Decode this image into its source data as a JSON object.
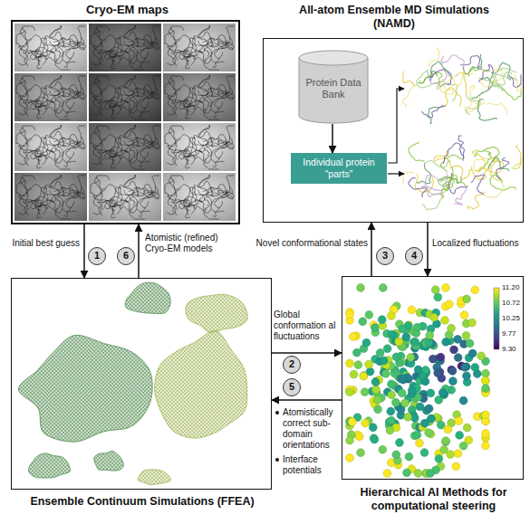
{
  "diagram": {
    "nodes": [
      {
        "text": [
          "Cryo-EM maps"
        ]
      },
      {
        "text": [
          "All-atom Ensemble MD Simulations (NAMD)"
        ]
      },
      {
        "text": [
          "Protein Data Bank"
        ],
        "in": 1
      },
      {
        "text": [
          "Individual protein “parts”"
        ],
        "in": 1
      },
      {
        "text": [
          "Ensemble Continuum Simulations (FFEA)"
        ]
      },
      {
        "text": [
          "Hierarchical AI Methods for computational steering"
        ]
      }
    ],
    "edges": [
      {
        "from": 0,
        "to": 4,
        "arrow": "to",
        "label": "Initial best guess"
      },
      {
        "from": 4,
        "to": 0,
        "arrow": "to",
        "label": "Atomistic (refined) Cryo-EM models"
      },
      {
        "from": 4,
        "to": 5,
        "arrow": "to",
        "label": "Global conformation al fluctuations"
      },
      {
        "from": 5,
        "to": 4,
        "arrow": "to",
        "label": "Atomistically correct sub-domain orientations"
      },
      {
        "from": 5,
        "to": 1,
        "arrow": "to",
        "label": "Novel conformational states"
      },
      {
        "from": 1,
        "to": 5,
        "arrow": "to",
        "label": "Localized fluctuations"
      },
      {
        "from": 2,
        "to": 3,
        "arrow": "to"
      }
    ],
    "labels": [
      "1",
      "6",
      "2",
      "5",
      "3",
      "4",
      "Interface potentials",
      "11.20",
      "10.72",
      "10.25",
      "9.77",
      "9.30"
    ]
  }
}
